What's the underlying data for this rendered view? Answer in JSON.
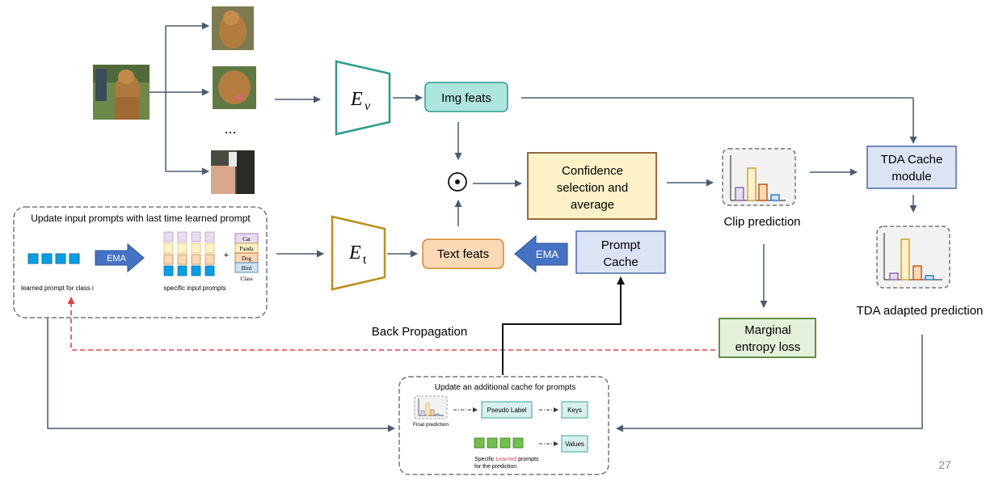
{
  "encoders": {
    "visual": {
      "letter": "E",
      "sub": "v"
    },
    "text": {
      "letter": "E",
      "sub": "t"
    }
  },
  "nodes": {
    "img_feats": "Img feats",
    "text_feats": "Text feats",
    "confidence": [
      "Confidence",
      "selection and",
      "average"
    ],
    "prompt_cache": [
      "Prompt",
      "Cache"
    ],
    "tda_cache": [
      "TDA Cache",
      "module"
    ],
    "marginal": [
      "Marginal",
      "entropy loss"
    ],
    "ema": "EMA"
  },
  "labels": {
    "ellipsis": "...",
    "clip_prediction": "Clip prediction",
    "tda_adapted_prediction": "TDA adapted prediction",
    "back_propagation": "Back Propagation",
    "page_number": "27"
  },
  "left_box": {
    "title": "Update input prompts with last time learned prompt",
    "ema": "EMA",
    "learned_caption": "learned prompt for class i",
    "specific_caption": "specific input prompts",
    "classes": [
      "Cat",
      "Panda",
      "Dog",
      "Bird"
    ],
    "class_caption": "Class",
    "plus": "+"
  },
  "bottom_box": {
    "title": "Update an additional cache for prompts",
    "final_prediction": "Final prediction",
    "pseudo_label": "Pseudo Label",
    "keys": "Keys",
    "values": "Values",
    "specific_pre": "Specific ",
    "specific_learned": "Learned",
    "specific_post": " prompts",
    "specific_line2": "for the prediction"
  },
  "colors": {
    "img_feats": "#aee6df",
    "text_feats": "#fbd9b6",
    "confidence": "#fdf1c8",
    "prompt_cache": "#dbe4f4",
    "marginal": "#e4f1da",
    "ema": "#4472c4",
    "backprop": "#e0454a"
  }
}
